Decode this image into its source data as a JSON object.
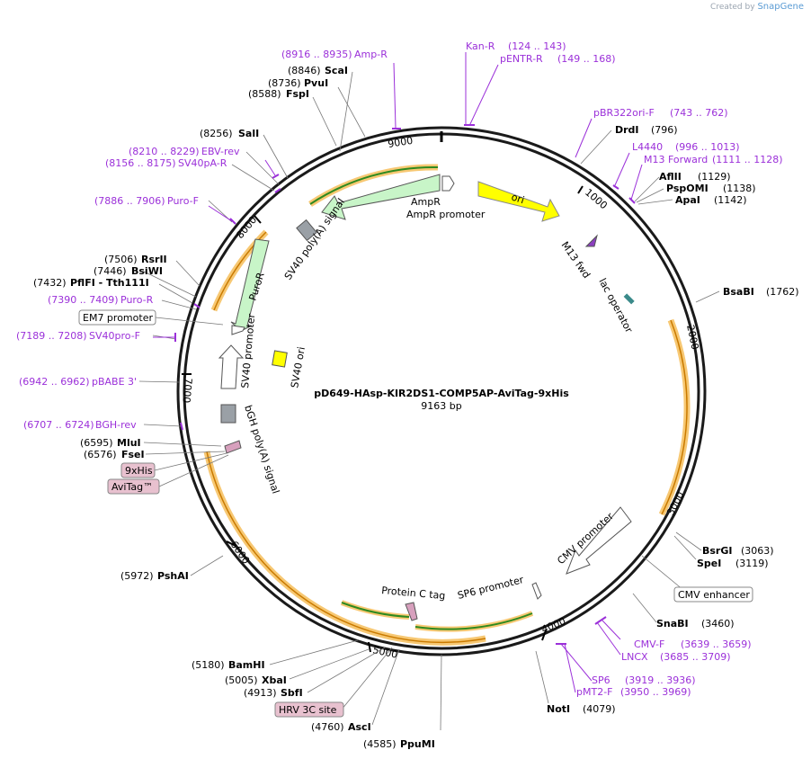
{
  "credit": {
    "created_by": "Created by",
    "brand": "SnapGene"
  },
  "plasmid": {
    "name": "pD649-HAsp-KIR2DS1-COMP5AP-AviTag-9xHis",
    "size": "9163 bp"
  },
  "ticks": [
    "1000",
    "2000",
    "3000",
    "4000",
    "5000",
    "6000",
    "7000",
    "8000",
    "9000"
  ],
  "features": [
    {
      "id": "ori",
      "label": "ori"
    },
    {
      "id": "ampr",
      "label": "AmpR"
    },
    {
      "id": "ampr-promoter",
      "label": "AmpR promoter"
    },
    {
      "id": "sv40-polya",
      "label": "SV40 poly(A) signal"
    },
    {
      "id": "puror",
      "label": "PuroR"
    },
    {
      "id": "sv40-promoter",
      "label": "SV40 promoter"
    },
    {
      "id": "sv40-ori",
      "label": "SV40 ori"
    },
    {
      "id": "bgh-polya",
      "label": "bGH poly(A) signal"
    },
    {
      "id": "m13-fwd",
      "label": "M13 fwd"
    },
    {
      "id": "lac-operator",
      "label": "lac operator"
    },
    {
      "id": "cmv-promoter",
      "label": "CMV promoter"
    },
    {
      "id": "sp6-promoter",
      "label": "SP6 promoter"
    },
    {
      "id": "protein-c-tag",
      "label": "Protein C tag"
    }
  ],
  "enzymes": [
    {
      "name": "ScaI",
      "pos": "(8846)"
    },
    {
      "name": "PvuI",
      "pos": "(8736)"
    },
    {
      "name": "FspI",
      "pos": "(8588)"
    },
    {
      "name": "SalI",
      "pos": "(8256)"
    },
    {
      "name": "RsrII",
      "pos": "(7506)"
    },
    {
      "name": "BsiWI",
      "pos": "(7446)"
    },
    {
      "name": "PflFI - Tth111I",
      "pos": "(7432)"
    },
    {
      "name": "MluI",
      "pos": "(6595)"
    },
    {
      "name": "FseI",
      "pos": "(6576)"
    },
    {
      "name": "PshAI",
      "pos": "(5972)"
    },
    {
      "name": "BamHI",
      "pos": "(5180)"
    },
    {
      "name": "XbaI",
      "pos": "(5005)"
    },
    {
      "name": "SbfI",
      "pos": "(4913)"
    },
    {
      "name": "AscI",
      "pos": "(4760)"
    },
    {
      "name": "PpuMI",
      "pos": "(4585)"
    },
    {
      "name": "NotI",
      "pos": "(4079)"
    },
    {
      "name": "SnaBI",
      "pos": "(3460)"
    },
    {
      "name": "BsrGI",
      "pos": "(3063)"
    },
    {
      "name": "SpeI",
      "pos": "(3119)"
    },
    {
      "name": "BsaBI",
      "pos": "(1762)"
    },
    {
      "name": "DrdI",
      "pos": "(796)"
    },
    {
      "name": "AflII",
      "pos": "(1129)"
    },
    {
      "name": "PspOMI",
      "pos": "(1138)"
    },
    {
      "name": "ApaI",
      "pos": "(1142)"
    }
  ],
  "primers": [
    {
      "name": "Amp-R",
      "range": "(8916 .. 8935)"
    },
    {
      "name": "EBV-rev",
      "range": "(8210 .. 8229)"
    },
    {
      "name": "SV40pA-R",
      "range": "(8156 .. 8175)"
    },
    {
      "name": "Puro-F",
      "range": "(7886 .. 7906)"
    },
    {
      "name": "Puro-R",
      "range": "(7390 .. 7409)"
    },
    {
      "name": "SV40pro-F",
      "range": "(7189 .. 7208)"
    },
    {
      "name": "pBABE 3'",
      "range": "(6942 .. 6962)"
    },
    {
      "name": "BGH-rev",
      "range": "(6707 .. 6724)"
    },
    {
      "name": "Kan-R",
      "range": "(124 .. 143)"
    },
    {
      "name": "pENTR-R",
      "range": "(149 .. 168)"
    },
    {
      "name": "pBR322ori-F",
      "range": "(743 .. 762)"
    },
    {
      "name": "L4440",
      "range": "(996 .. 1013)"
    },
    {
      "name": "M13 Forward",
      "range": "(1111 .. 1128)"
    },
    {
      "name": "CMV-F",
      "range": "(3639 .. 3659)"
    },
    {
      "name": "LNCX",
      "range": "(3685 .. 3709)"
    },
    {
      "name": "SP6",
      "range": "(3919 .. 3936)"
    },
    {
      "name": "pMT2-F",
      "range": "(3950 .. 3969)"
    }
  ],
  "boxed": [
    {
      "id": "em7",
      "label": "EM7 promoter"
    },
    {
      "id": "9xhis",
      "label": "9xHis"
    },
    {
      "id": "avitag",
      "label": "AviTag™"
    },
    {
      "id": "cmv-enh",
      "label": "CMV enhancer"
    },
    {
      "id": "hrv3c",
      "label": "HRV 3C site"
    }
  ],
  "colors": {
    "backbone": "#1a1a1a",
    "enzyme": "#111111",
    "primer": "#9b30d9",
    "ori": "#ffff00",
    "feature_green": "#c8f5c8",
    "orf_glow": "#f7c873",
    "orf_line": "#2f8a1f",
    "misc_pink": "#e8c1cf"
  }
}
